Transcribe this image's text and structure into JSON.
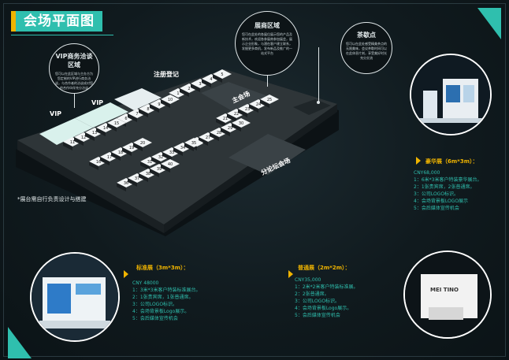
{
  "header": {
    "title": "会场平面图"
  },
  "callouts": [
    {
      "title": "VIP商务洽谈区域",
      "desc": "您可以在此区域与主办方为您定制的VIP进行商务洽谈，与合作者的洽谈成对您的合作伙伴充分洽谈"
    },
    {
      "title": "展商区域",
      "desc": "您可在此处的各展位展示您的产品及新技术，欢迎各参展商参加展会，展示企业形象，与潜在客户建立联系，发掘更多商机，发布新品及推广的一站式平台"
    },
    {
      "title": "茶歇点",
      "desc": "您可以在此处感受精美茶点的无限美味，会议茶歇时间可以在此休息片刻，享受美好时光充分交流"
    }
  ],
  "map": {
    "labels": {
      "vip": "VIP",
      "registration": "注册登记",
      "main_hall": "主会场",
      "forum_hall": "分论坛会场"
    },
    "booths_a": [
      "1",
      "2",
      "3",
      "4",
      "5",
      "6",
      "7",
      "8",
      "9",
      "10",
      "11",
      "12",
      "13",
      "14",
      "15",
      "16",
      "17",
      "18",
      "19",
      "20"
    ],
    "booths_b": [
      "21",
      "22",
      "23",
      "24",
      "25",
      "26",
      "27",
      "28",
      "29",
      "30",
      "31",
      "32",
      "33",
      "34",
      "35",
      "36",
      "37",
      "38",
      "39",
      "40"
    ]
  },
  "note": "*展台需自行负责设计与搭建",
  "packages": {
    "luxury": {
      "title": "豪华展（6m*3m）：",
      "price": "CNY68,000",
      "items": [
        "1：6米*3米客户特装豪华展台。",
        "2：1张贵宾席，2张普通席。",
        "3：公司LOGO标识。",
        "4：会场背景板LOGO展示",
        "5：会后媒体宣传机会"
      ]
    },
    "standard": {
      "title": "标准展（3m*3m）：",
      "price": "CNY 48000",
      "items": [
        "1：3米*3米客户特装标准展台。",
        "2：1张贵宾席，1张普通席。",
        "3：公司LOGO标识。",
        "4：会场背景板Logo展示。",
        "5：会后媒体宣传机会"
      ]
    },
    "normal": {
      "title": "普通展（2m*2m）：",
      "price": "CNY35,000",
      "items": [
        "1：2米*2米客户特装标准展。",
        "2：2张普通席。",
        "3：公司LOGO标识。",
        "4：会场背景板Logo展示。",
        "5：会后媒体宣传机会"
      ]
    }
  },
  "booth_signs": {
    "normal_sign": "MEI TINO"
  },
  "colors": {
    "accent": "#2fbfae",
    "gold": "#f0b400",
    "dark": "#0d1417"
  }
}
